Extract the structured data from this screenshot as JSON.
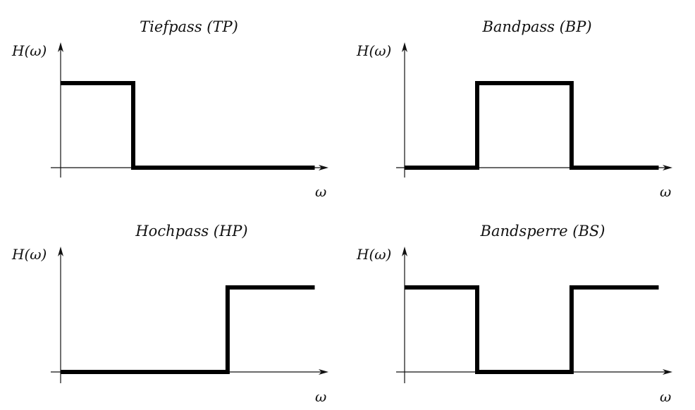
{
  "chart_data": [
    {
      "type": "line",
      "title": "Tiefpass (TP)",
      "ylabel": "H(ω)",
      "xlabel": "ω",
      "x": [
        0,
        1,
        1,
        3.5
      ],
      "values": [
        1,
        1,
        0,
        0
      ]
    },
    {
      "type": "line",
      "title": "Bandpass (BP)",
      "ylabel": "H(ω)",
      "xlabel": "ω",
      "x": [
        0,
        1,
        1,
        2.3,
        2.3,
        3.5
      ],
      "values": [
        0,
        0,
        1,
        1,
        0,
        0
      ]
    },
    {
      "type": "line",
      "title": "Hochpass (HP)",
      "ylabel": "H(ω)",
      "xlabel": "ω",
      "x": [
        0,
        2.3,
        2.3,
        3.5
      ],
      "values": [
        0,
        0,
        1,
        1
      ]
    },
    {
      "type": "line",
      "title": "Bandsperre (BS)",
      "ylabel": "H(ω)",
      "xlabel": "ω",
      "x": [
        0,
        1,
        1,
        2.3,
        2.3,
        3.5
      ],
      "values": [
        1,
        1,
        0,
        0,
        1,
        1
      ]
    }
  ]
}
